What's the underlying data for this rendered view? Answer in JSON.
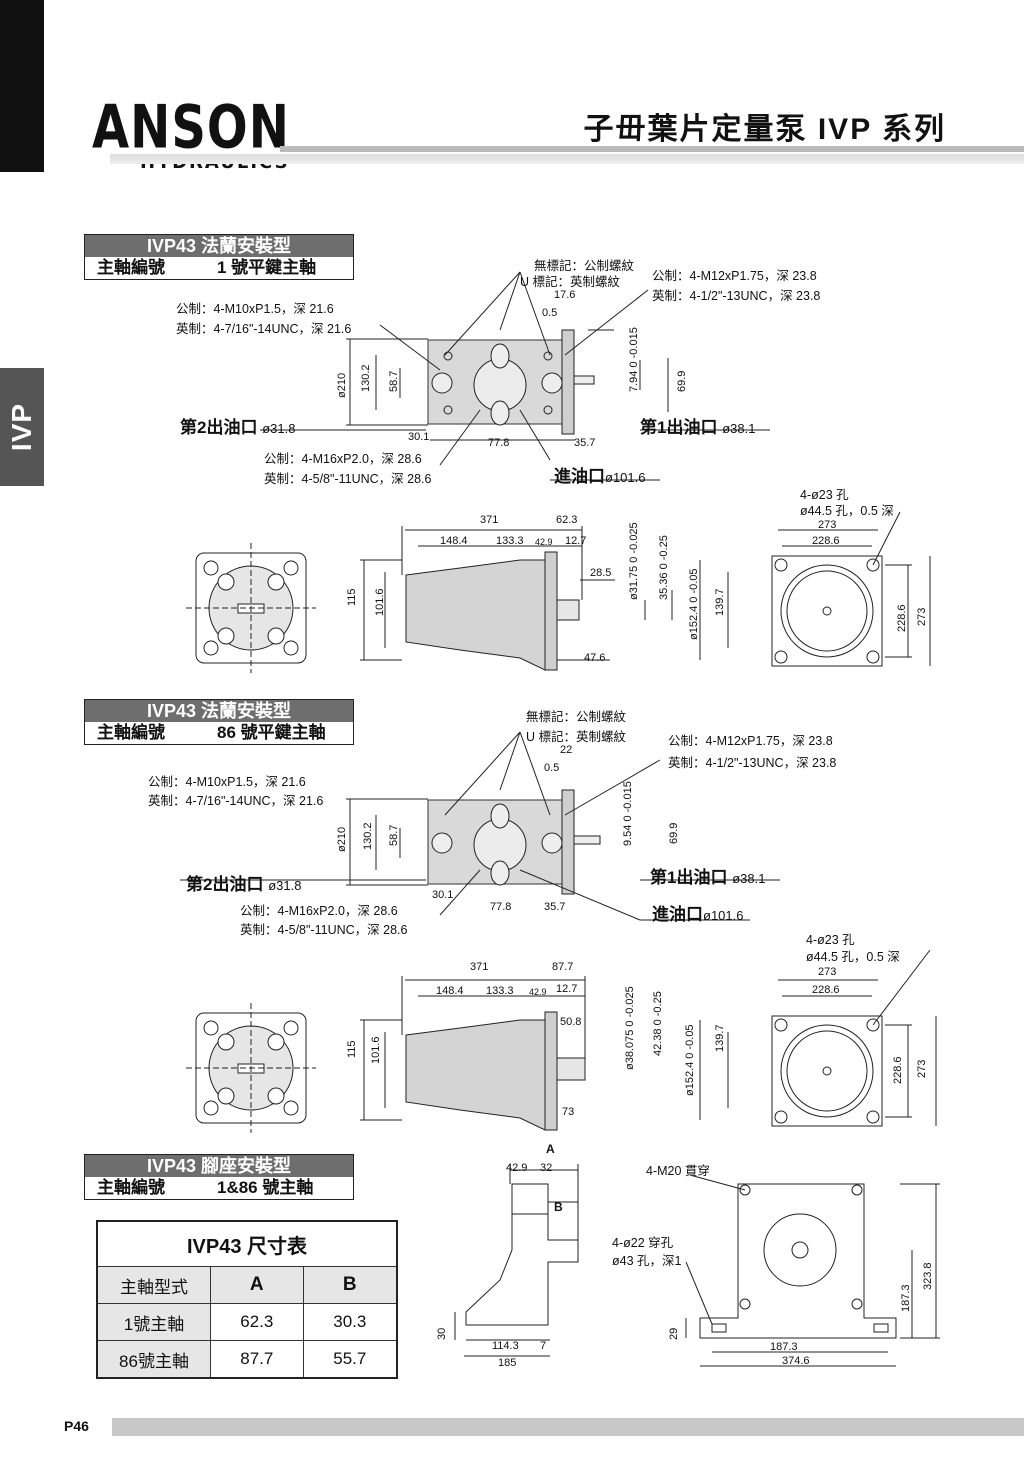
{
  "sidebar": {
    "tab": "IVP"
  },
  "logo": {
    "main": "ANSON",
    "sub": "HYDRAULICS"
  },
  "title": "子毌葉片定量泵 IVP 系列",
  "section1": {
    "header": "IVP43 法蘭安裝型",
    "shaft_label": "主軸編號",
    "shaft_value": "1 號平鍵主軸",
    "thread_note_1": "無標記：公制螺紋",
    "thread_note_2": "U 標記：英制螺紋",
    "outlet1_metric": "公制：4-M12xP1.75，深 23.8",
    "outlet1_imperial": "英制：4-1/2\"-13UNC，深 23.8",
    "outlet2_metric": "公制：4-M10xP1.5，深 21.6",
    "outlet2_imperial": "英制：4-7/16\"-14UNC，深 21.6",
    "inlet_metric": "公制：4-M16xP2.0，深 28.6",
    "inlet_imperial": "英制：4-5/8\"-11UNC，深 28.6",
    "port2": "第2出油口",
    "port2_dia": "ø31.8",
    "port1": "第1出油口",
    "port1_dia": "ø38.1",
    "inlet": "進油口",
    "inlet_dia": "ø101.6",
    "dims_top": [
      "17.6",
      "0.5",
      "30.1",
      "77.8",
      "35.7"
    ],
    "dims_vert": [
      "ø210",
      "130.2",
      "58.7",
      "7.94 0 -0.015",
      "69.9"
    ],
    "side_dims": [
      "371",
      "62.3",
      "148.4",
      "133.3",
      "42.9",
      "12.7",
      "28.5",
      "47.6",
      "115",
      "101.6",
      "ø31.75 0 -0.025",
      "35.36 0 -0.25",
      "ø152.4 0 -0.05",
      "139.7"
    ],
    "flange_note_1": "4-ø23 孔",
    "flange_note_2": "ø44.5 孔，0.5 深",
    "flange_dims": [
      "273",
      "228.6",
      "228.6",
      "273"
    ]
  },
  "section2": {
    "header": "IVP43 法蘭安裝型",
    "shaft_label": "主軸編號",
    "shaft_value": "86 號平鍵主軸",
    "thread_note_1": "無標記：公制螺紋",
    "thread_note_2": "U 標記：英制螺紋",
    "outlet1_metric": "公制：4-M12xP1.75，深 23.8",
    "outlet1_imperial": "英制：4-1/2\"-13UNC，深 23.8",
    "outlet2_metric": "公制：4-M10xP1.5，深 21.6",
    "outlet2_imperial": "英制：4-7/16\"-14UNC，深 21.6",
    "inlet_metric": "公制：4-M16xP2.0，深 28.6",
    "inlet_imperial": "英制：4-5/8\"-11UNC，深 28.6",
    "port2": "第2出油口",
    "port2_dia": "ø31.8",
    "port1": "第1出油口",
    "port1_dia": "ø38.1",
    "inlet": "進油口",
    "inlet_dia": "ø101.6",
    "dims_top": [
      "22",
      "0.5",
      "30.1",
      "77.8",
      "35.7"
    ],
    "dims_vert": [
      "ø210",
      "130.2",
      "58.7",
      "9.54 0 -0.015",
      "69.9"
    ],
    "side_dims": [
      "371",
      "87.7",
      "148.4",
      "133.3",
      "42.9",
      "12.7",
      "50.8",
      "73",
      "115",
      "101.6",
      "ø38.075 0 -0.025",
      "42.38 0 -0.25",
      "ø152.4 0 -0.05",
      "139.7"
    ],
    "flange_note_1": "4-ø23 孔",
    "flange_note_2": "ø44.5 孔，0.5 深",
    "flange_dims": [
      "273",
      "228.6",
      "228.6",
      "273"
    ]
  },
  "section3": {
    "header": "IVP43 腳座安裝型",
    "shaft_label": "主軸編號",
    "shaft_value": "1&86 號主軸",
    "dims_side": [
      "A",
      "42.9",
      "32",
      "B",
      "30",
      "114.3",
      "7",
      "185"
    ],
    "foot_note_1": "4-M20 貫穿",
    "foot_note_2": "4-ø22 穿孔",
    "foot_note_3": "ø43 孔，深1",
    "dims_front": [
      "323.8",
      "187.3",
      "29",
      "187.3",
      "374.6"
    ]
  },
  "size_table": {
    "title": "IVP43 尺寸表",
    "col_header": [
      "主軸型式",
      "A",
      "B"
    ],
    "rows": [
      [
        "1號主軸",
        "62.3",
        "30.3"
      ],
      [
        "86號主軸",
        "87.7",
        "55.7"
      ]
    ]
  },
  "page_number": "P46"
}
